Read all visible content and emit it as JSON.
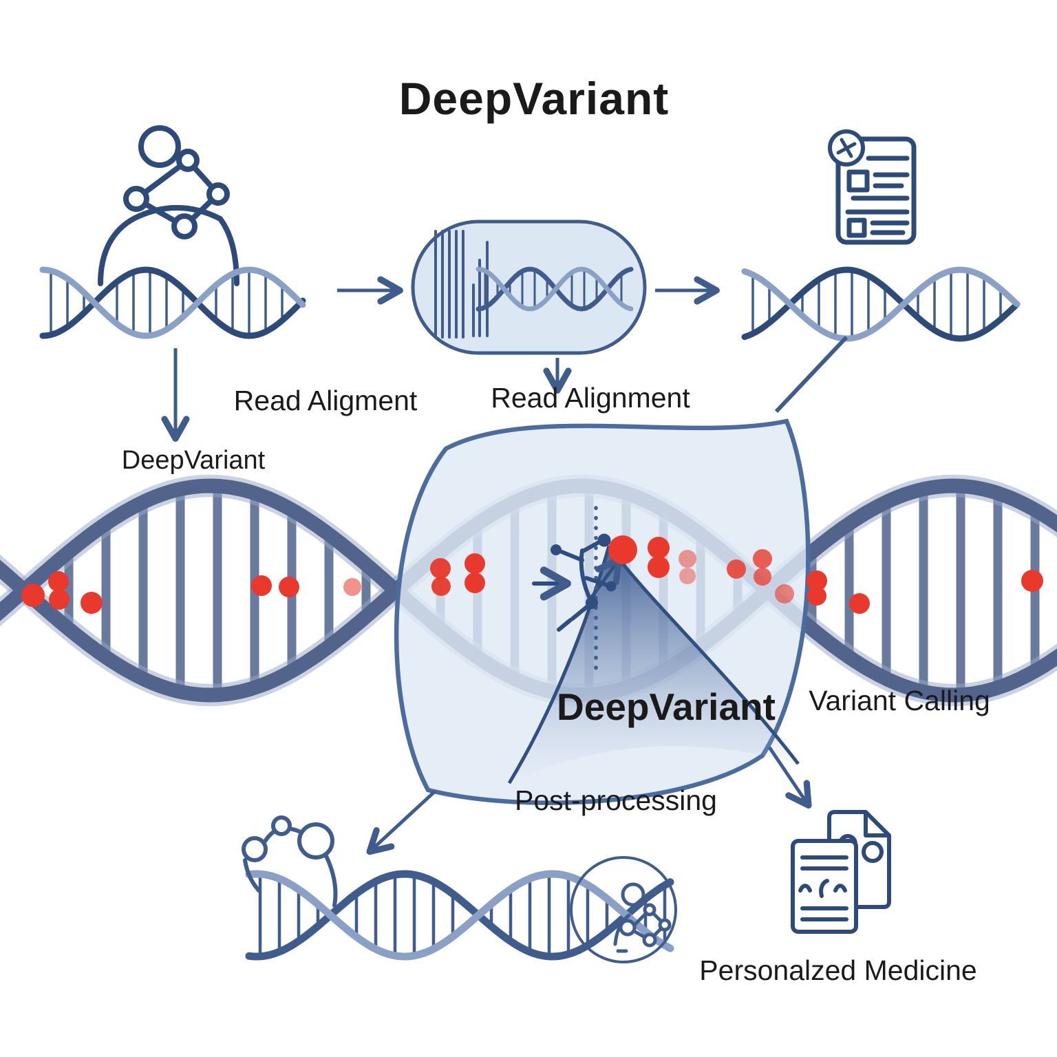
{
  "title": "DeepVariant",
  "labels": {
    "read_alignment_left": "Read Aligment",
    "read_alignment_center": "Read Alignment",
    "deepvariant_left": "DeepVariant",
    "deepvariant_center": "DeepVariant",
    "variant_calling": "Variant Calling",
    "post_processing": "Post-processing",
    "personalized_medicine": "Personalzed Medicine"
  },
  "icons": {
    "source": "person-molecule-icon",
    "sequencer": "pill-reads-dna-icon",
    "report": "report-document-icon",
    "lens": "magnifier-blob",
    "analysis": "decision-tree-icon",
    "peak": "signal-peak-icon",
    "documents": "medical-documents-icon",
    "molecule": "molecule-chain-icon",
    "output_person": "person-molecule-circle-icon"
  },
  "colors": {
    "navy": "#2e4a78",
    "navy_mid": "#3f5c8c",
    "navy_light": "#8aa0c4",
    "pill_fill": "#dce7f4",
    "blob_fill": "#dfe9f5",
    "blob_stroke": "#4c6c9d",
    "band": "#52648c",
    "band_halo": "#97a7c6",
    "rung": "#5a6c95",
    "red_variant": "#e8392c",
    "text": "#1a1a1a"
  }
}
